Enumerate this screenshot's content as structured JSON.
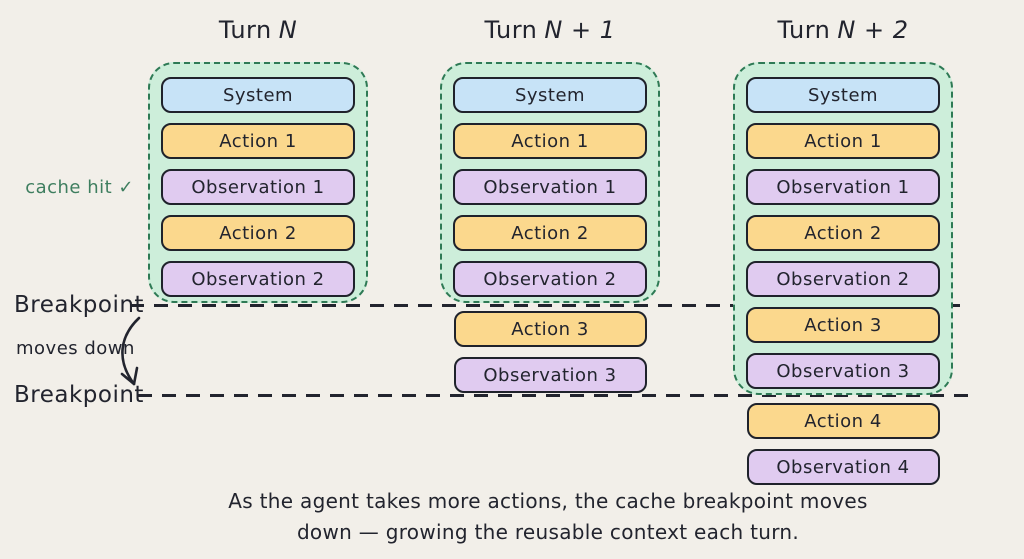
{
  "colors": {
    "background": "#f2efe9",
    "ink": "#22242e",
    "cache_fill": "#cdeeda",
    "cache_border": "#2e7a55",
    "system_fill": "#c7e3f7",
    "action_fill": "#fbd88d",
    "observation_fill": "#e0cbf0",
    "box_border": "#1f222b",
    "cache_hit_text": "#3e7e5f"
  },
  "annotations": {
    "cache_hit": "cache hit ✓",
    "breakpoint_top": "Breakpoint",
    "breakpoint_bottom": "Breakpoint",
    "moves_down": "moves down"
  },
  "caption": {
    "line1": "As the agent takes more actions, the cache breakpoint moves",
    "line2": "down — growing the reusable context each turn."
  },
  "columns": [
    {
      "title": "Turn N",
      "title_word": "Turn",
      "title_math": "N",
      "cached": [
        {
          "label": "System",
          "type": "system"
        },
        {
          "label": "Action 1",
          "type": "action"
        },
        {
          "label": "Observation 1",
          "type": "observation"
        },
        {
          "label": "Action 2",
          "type": "action"
        },
        {
          "label": "Observation 2",
          "type": "observation"
        }
      ],
      "after_breakpoint": []
    },
    {
      "title": "Turn N + 1",
      "title_word": "Turn",
      "title_math": "N + 1",
      "cached": [
        {
          "label": "System",
          "type": "system"
        },
        {
          "label": "Action 1",
          "type": "action"
        },
        {
          "label": "Observation 1",
          "type": "observation"
        },
        {
          "label": "Action 2",
          "type": "action"
        },
        {
          "label": "Observation 2",
          "type": "observation"
        }
      ],
      "after_breakpoint": [
        {
          "label": "Action 3",
          "type": "action"
        },
        {
          "label": "Observation 3",
          "type": "observation"
        }
      ]
    },
    {
      "title": "Turn N + 2",
      "title_word": "Turn",
      "title_math": "N + 2",
      "cached": [
        {
          "label": "System",
          "type": "system"
        },
        {
          "label": "Action 1",
          "type": "action"
        },
        {
          "label": "Observation 1",
          "type": "observation"
        },
        {
          "label": "Action 2",
          "type": "action"
        },
        {
          "label": "Observation 2",
          "type": "observation"
        },
        {
          "label": "Action 3",
          "type": "action"
        },
        {
          "label": "Observation 3",
          "type": "observation"
        }
      ],
      "after_breakpoint": [
        {
          "label": "Action 4",
          "type": "action"
        },
        {
          "label": "Observation 4",
          "type": "observation"
        }
      ]
    }
  ]
}
